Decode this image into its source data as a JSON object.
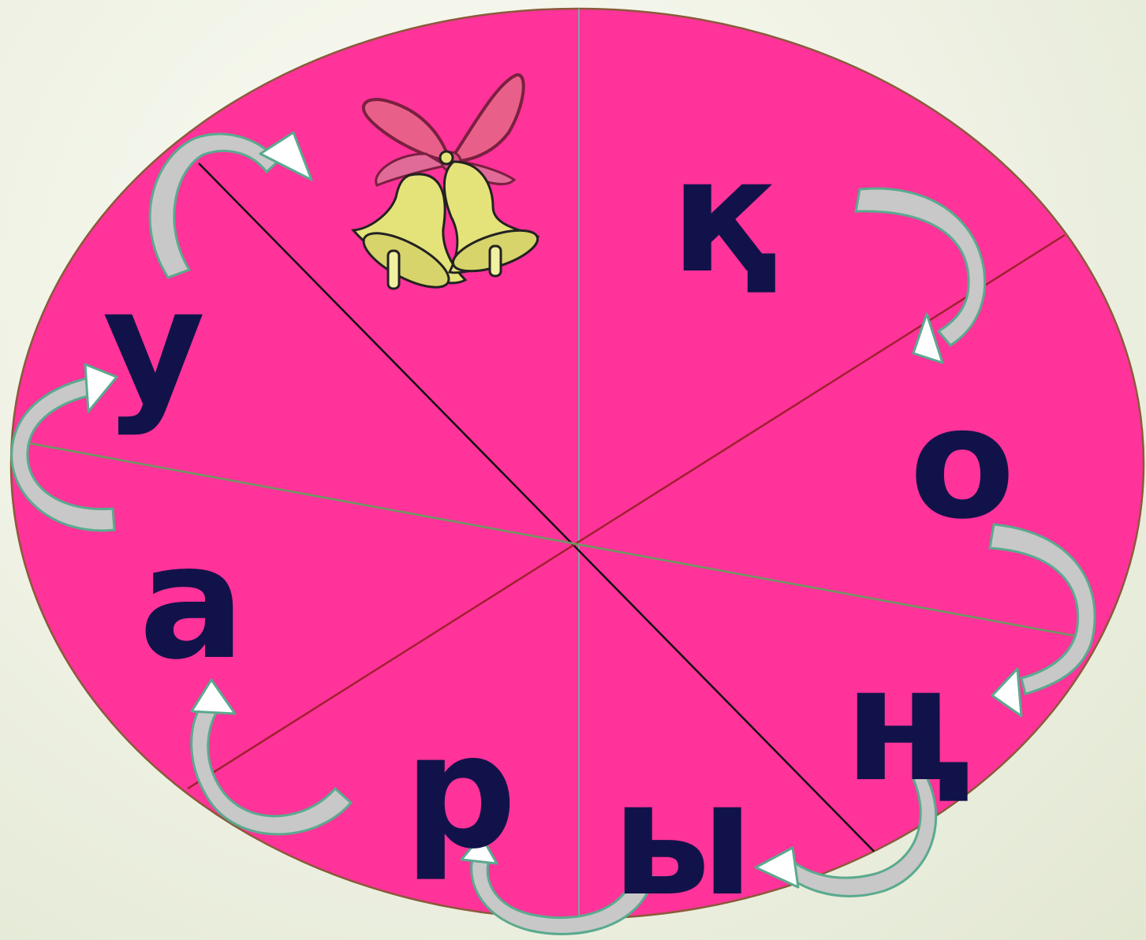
{
  "colors": {
    "wheel_fill": "#ff3399",
    "wheel_stroke": "#8a5a3a",
    "letter_color": "#12124a",
    "arrow_fill": "#c8c8c8",
    "arrow_stroke": "#5aaa8e",
    "arrow_highlight": "#ffffff",
    "divider_black": "#111111",
    "divider_gray": "#8aa0a0",
    "divider_red": "#a02030",
    "divider_green": "#6a9a60"
  },
  "wheel": {
    "icon": "bells-with-bow-icon",
    "letters": [
      {
        "id": "k",
        "text": "қ"
      },
      {
        "id": "o",
        "text": "о"
      },
      {
        "id": "ng",
        "text": "ң"
      },
      {
        "id": "y",
        "text": "ы"
      },
      {
        "id": "r",
        "text": "р"
      },
      {
        "id": "a",
        "text": "а"
      },
      {
        "id": "u",
        "text": "у"
      }
    ]
  }
}
